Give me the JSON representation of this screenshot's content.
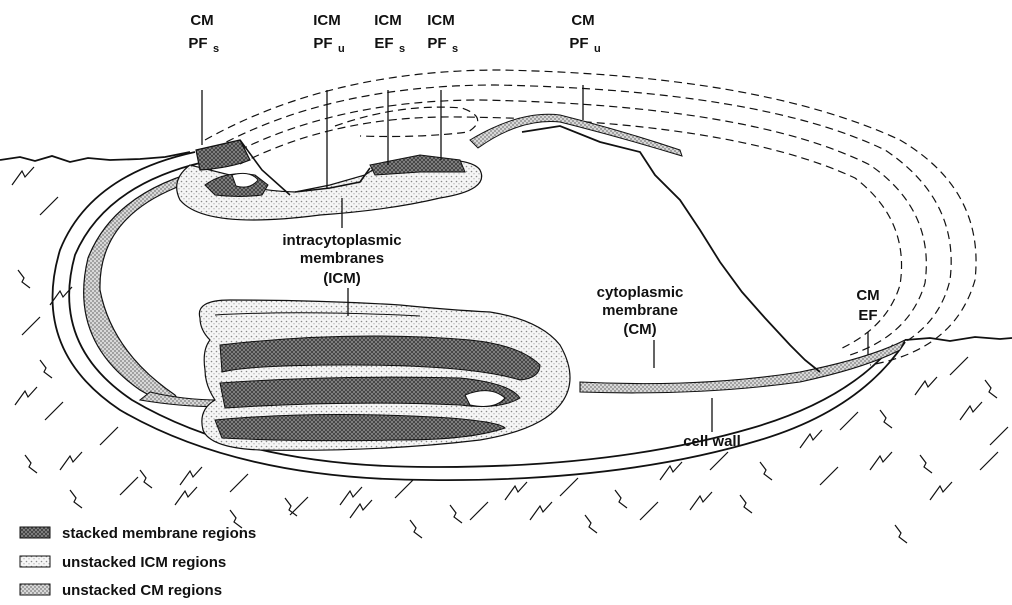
{
  "labels": {
    "cm_pf_s": {
      "line1": "CM",
      "main": "PF",
      "sub": "s"
    },
    "icm_pf_u": {
      "line1": "ICM",
      "main": "PF",
      "sub": "u"
    },
    "icm_ef_s": {
      "line1": "ICM",
      "main": "EF",
      "sub": "s"
    },
    "icm_pf_s": {
      "line1": "ICM",
      "main": "PF",
      "sub": "s"
    },
    "cm_pf_u": {
      "line1": "CM",
      "main": "PF",
      "sub": "u"
    },
    "cm_ef": {
      "line1": "CM",
      "line2": "EF"
    },
    "intracytoplasmic": {
      "line1": "intracytoplasmic",
      "line2": "membranes",
      "line3": "(ICM)"
    },
    "cytoplasmic": {
      "line1": "cytoplasmic",
      "line2": "membrane",
      "line3": "(CM)"
    },
    "cell_wall": "cell wall"
  },
  "legend": [
    {
      "text": "stacked membrane regions",
      "pattern": "crosshatch"
    },
    {
      "text": "unstacked ICM regions",
      "pattern": "dots-light"
    },
    {
      "text": "unstacked CM regions",
      "pattern": "dots-dense"
    }
  ],
  "colors": {
    "ink": "#111111",
    "stipple": "#b8b8b8",
    "hatch": "#6a6a6a"
  }
}
